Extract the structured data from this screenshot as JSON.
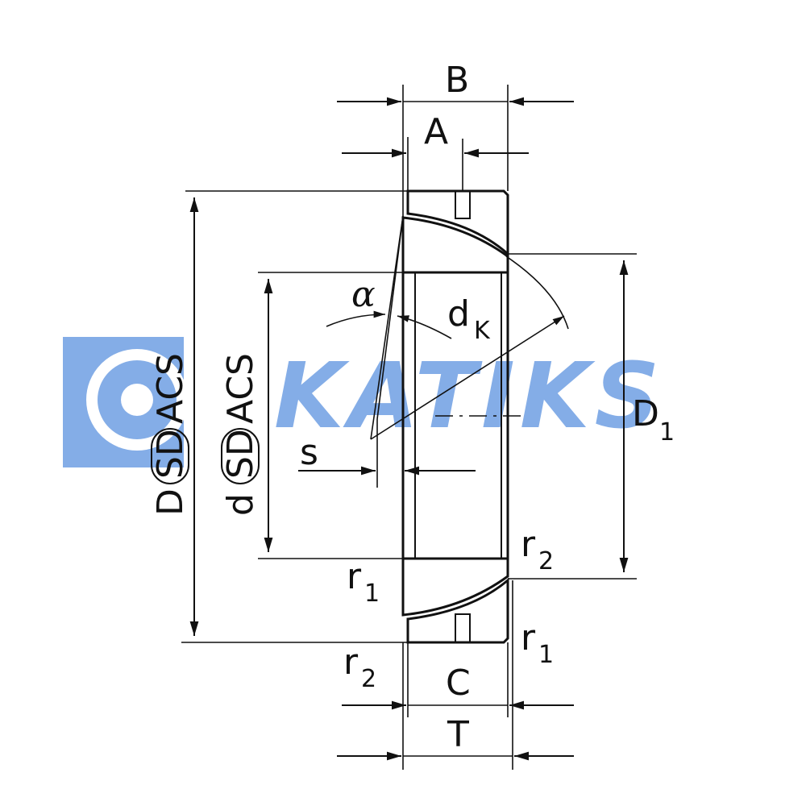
{
  "watermark": {
    "text": "KATIKS",
    "color": "#6f9fe3"
  },
  "labels": {
    "B": "B",
    "A": "A",
    "alpha": "α",
    "dK": "d",
    "dK_sub": "K",
    "D1": "D",
    "D1_sub": "1",
    "s": "s",
    "D_prefix": "D",
    "d_prefix": "d",
    "sd": "SD",
    "acs": "ACS",
    "r1_left": "r",
    "r1_left_sub": "1",
    "r2_left": "r",
    "r2_left_sub": "2",
    "r2_right": "r",
    "r2_right_sub": "2",
    "r1_right": "r",
    "r1_right_sub": "1",
    "C": "C",
    "T": "T"
  },
  "colors": {
    "line": "#111111",
    "background": "#ffffff"
  }
}
